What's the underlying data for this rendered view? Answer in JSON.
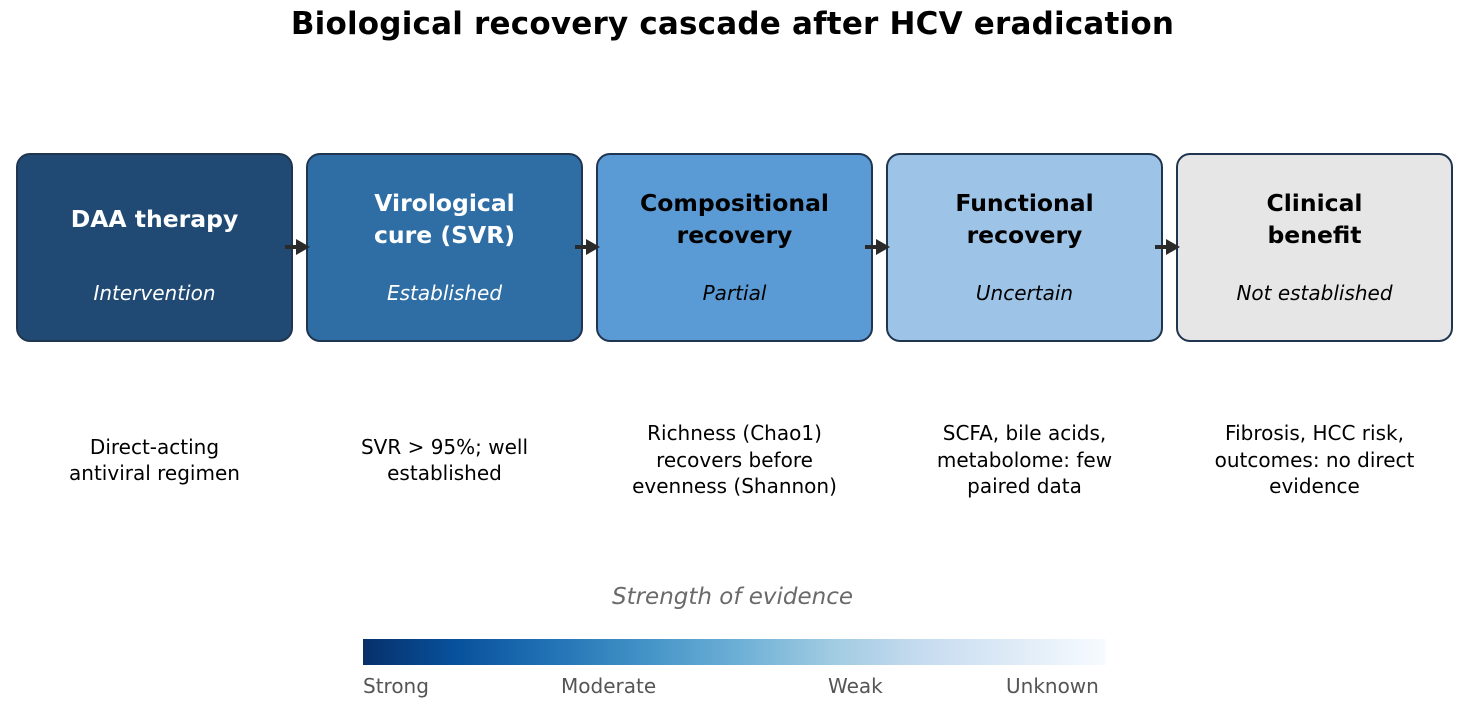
{
  "title": "Biological recovery cascade after HCV eradication",
  "stages": [
    {
      "title": "DAA therapy",
      "subtitle": "Intervention",
      "color": "#204a73",
      "text_style": "light"
    },
    {
      "title": "Virological\ncure (SVR)",
      "subtitle": "Established",
      "color": "#2f6ea5",
      "text_style": "light"
    },
    {
      "title": "Compositional\nrecovery",
      "subtitle": "Partial",
      "color": "#5b9bd5",
      "text_style": "dark"
    },
    {
      "title": "Functional\nrecovery",
      "subtitle": "Uncertain",
      "color": "#9dc3e6",
      "text_style": "dark"
    },
    {
      "title": "Clinical\nbenefit",
      "subtitle": "Not established",
      "color": "#e6e6e6",
      "text_style": "dark"
    }
  ],
  "descriptions": [
    "Direct-acting\nantiviral regimen",
    "SVR > 95%; well\nestablished",
    "Richness (Chao1)\nrecovers before\nevenness (Shannon)",
    "SCFA, bile acids,\nmetabolome: few\npaired data",
    "Fibrosis, HCC risk,\noutcomes: no direct\nevidence"
  ],
  "legend": {
    "title": "Strength of evidence",
    "labels": [
      "Strong",
      "Moderate",
      "Weak",
      "Unknown"
    ],
    "gradient": [
      "#08306b",
      "#08519c",
      "#2171b5",
      "#4292c6",
      "#6baed6",
      "#9ecae1",
      "#c6dbef",
      "#deebf7",
      "#f7fbff"
    ]
  },
  "colors": {
    "border": "#1f3550",
    "arrow": "#2a2a2a"
  }
}
